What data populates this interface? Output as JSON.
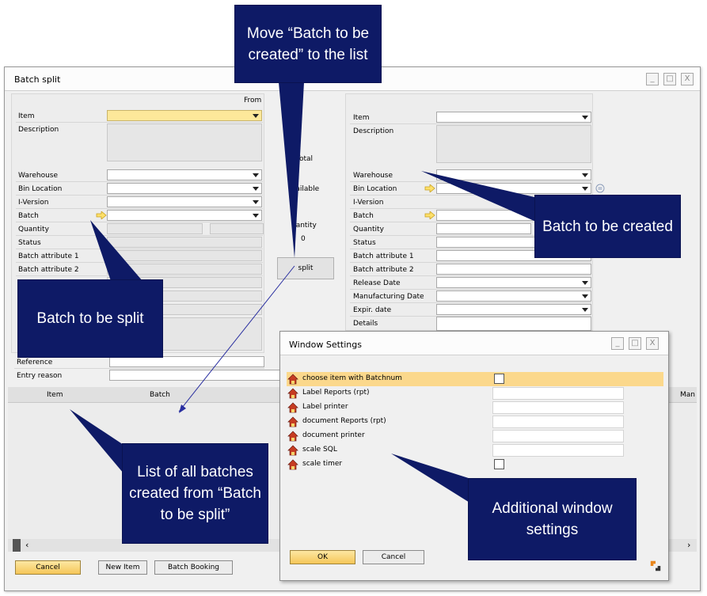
{
  "main_window": {
    "title": "Batch split",
    "window_buttons": [
      "_",
      "□",
      "X"
    ]
  },
  "from_panel": {
    "header": "From",
    "item_label": "Item",
    "description_label": "Description",
    "warehouse_label": "Warehouse",
    "bin_location_label": "Bin Location",
    "i_version_label": "I-Version",
    "batch_label": "Batch",
    "quantity_label": "Quantity",
    "status_label": "Status",
    "batch_attr1_label": "Batch attribute 1",
    "batch_attr2_label": "Batch attribute 2"
  },
  "middle": {
    "total_label": "Total",
    "available_label": "vailable",
    "quantity_label": "uantity",
    "quantity_value": "0",
    "split_label": "split"
  },
  "to_panel": {
    "item_label": "Item",
    "description_label": "Description",
    "warehouse_label": "Warehouse",
    "bin_location_label": "Bin Location",
    "i_version_label": "I-Version",
    "batch_label": "Batch",
    "quantity_label": "Quantity",
    "status_label": "Status",
    "batch_attr1_label": "Batch attribute 1",
    "batch_attr2_label": "Batch attribute 2",
    "release_date_label": "Release Date",
    "manufacturing_date_label": "Manufacturing Date",
    "expir_date_label": "Expir. date",
    "details_label": "Details"
  },
  "footer_fields": {
    "reference_label": "Reference",
    "entry_reason_label": "Entry reason"
  },
  "grid": {
    "columns": [
      "Item",
      "Batch",
      "Man"
    ]
  },
  "bottom_buttons": {
    "cancel": "Cancel",
    "new_item": "New Item",
    "batch_booking": "Batch Booking"
  },
  "window_settings": {
    "title": "Window Settings",
    "window_buttons": [
      "_",
      "□",
      "X"
    ],
    "rows": [
      {
        "label": "choose item with Batchnum",
        "kind": "checkbox"
      },
      {
        "label": "Label Reports (rpt)",
        "kind": "text"
      },
      {
        "label": "Label printer",
        "kind": "text"
      },
      {
        "label": "document Reports (rpt)",
        "kind": "text"
      },
      {
        "label": "document printer",
        "kind": "text"
      },
      {
        "label": "scale SQL",
        "kind": "text"
      },
      {
        "label": "scale timer",
        "kind": "checkbox"
      }
    ],
    "ok": "OK",
    "cancel": "Cancel"
  },
  "callouts": {
    "move_batch": "Move “Batch to be created” to the list",
    "batch_to_be_created": "Batch to be created",
    "batch_to_be_split": "Batch to be split",
    "list_of_batches": "List of all batches created from “Batch to be split”",
    "additional_settings": "Additional window settings"
  },
  "colors": {
    "callout_bg": "#0e1a66",
    "highlight": "#fbd88c",
    "yellow_field": "#fde89a"
  }
}
